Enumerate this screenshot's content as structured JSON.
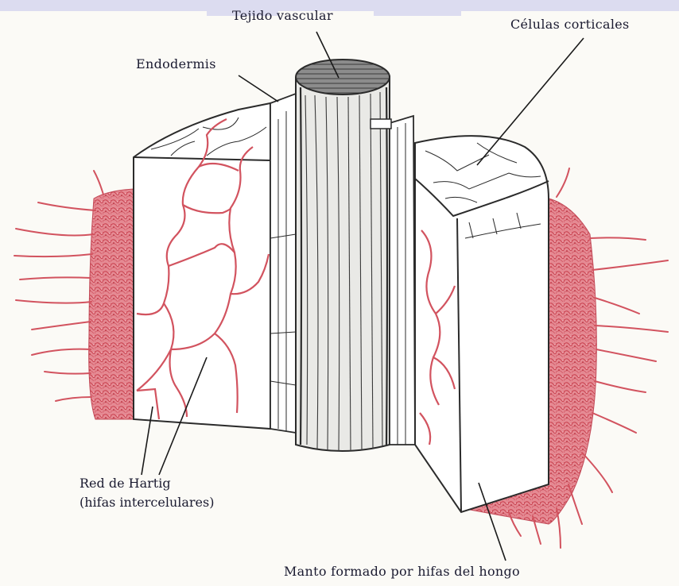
{
  "labels": {
    "vascular_tissue": "Tejido vascular",
    "cortical_cells": "Células corticales",
    "endodermis": "Endodermis",
    "hartig_net_line1": "Red de Hartig",
    "hartig_net_line2": "(hifas intercelulares)",
    "fungal_mantle": "Manto formado por hifas del hongo"
  },
  "colors": {
    "hyphae": "#d2535f",
    "mantle_fill": "#e1828b",
    "ink": "#2b2b2b",
    "banner": "#dcdcf0"
  }
}
